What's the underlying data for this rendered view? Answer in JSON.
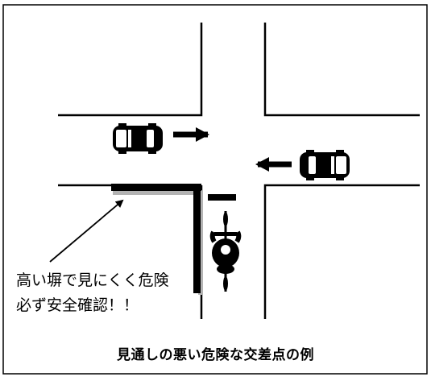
{
  "diagram": {
    "warning_line_1": "高い塀で見にくく危険",
    "warning_line_2": "必ず安全確認！！",
    "caption": "見通しの悪い危険な交差点の例"
  }
}
